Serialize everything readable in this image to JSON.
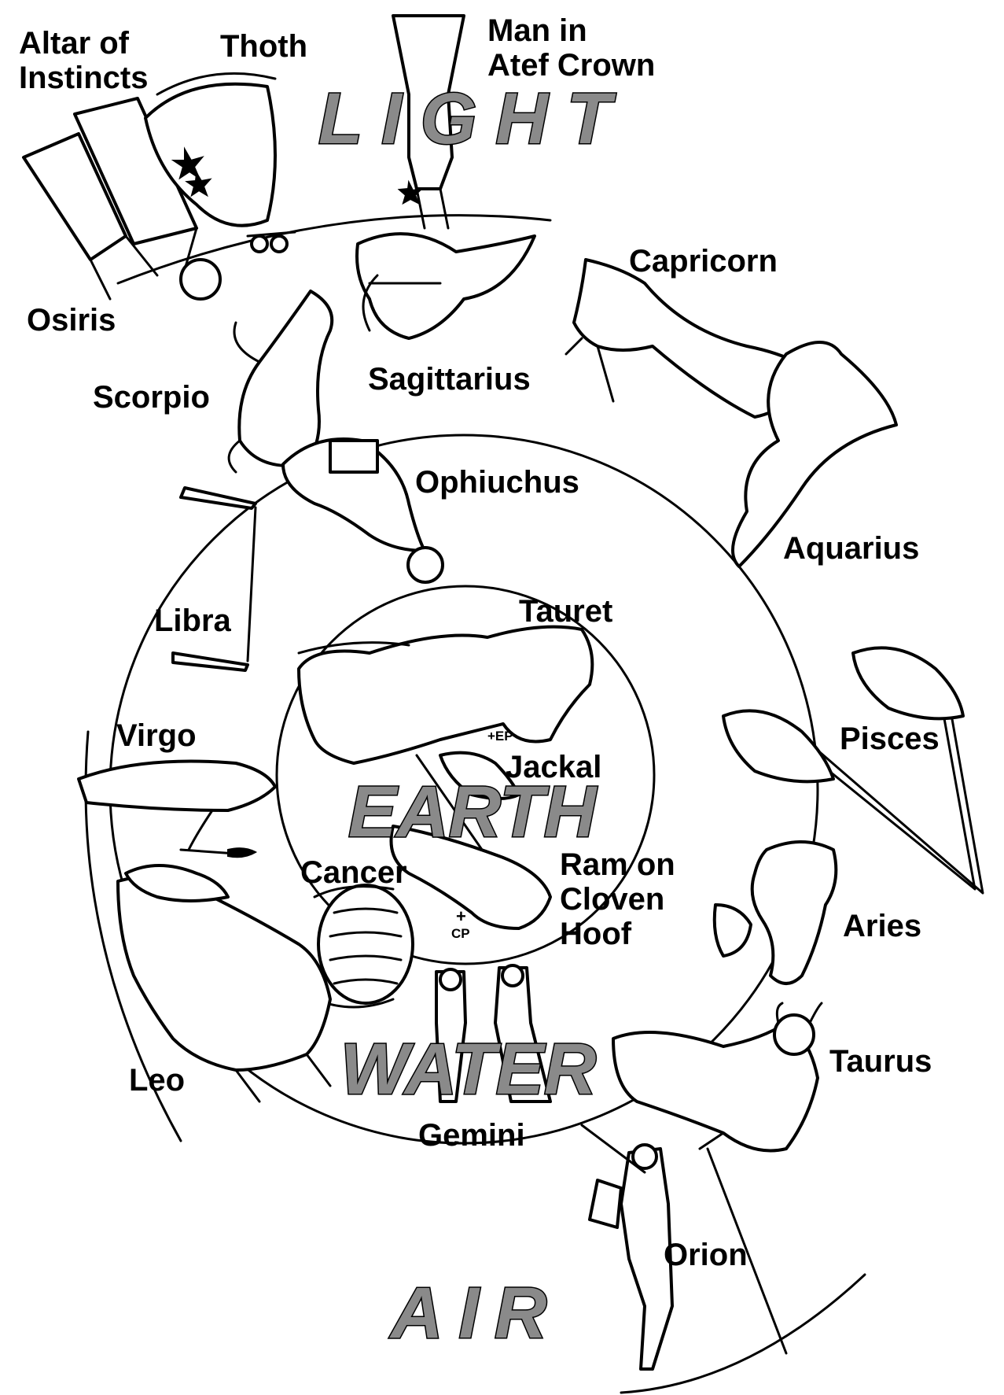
{
  "labels": {
    "altar": "Altar of\nInstincts",
    "thoth": "Thoth",
    "man_atef": "Man in\nAtef  Crown",
    "osiris": "Osiris",
    "capricorn": "Capricorn",
    "scorpio": "Scorpio",
    "sagittarius": "Sagittarius",
    "ophiuchus": "Ophiuchus",
    "aquarius": "Aquarius",
    "libra": "Libra",
    "tauret": "Tauret",
    "virgo": "Virgo",
    "pisces": "Pisces",
    "jackal": "Jackal",
    "cancer": "Cancer",
    "ram": "Ram on\nCloven\nHoof",
    "aries": "Aries",
    "taurus": "Taurus",
    "leo": "Leo",
    "gemini": "Gemini",
    "orion": "Orion",
    "ep": "+EP",
    "cp_plus": "+",
    "cp": "CP"
  },
  "elements": {
    "light": "LIGHT",
    "earth": "EARTH",
    "water": "WATER",
    "air": "AIR"
  },
  "colors": {
    "element_fill": "#8a8a8a",
    "line": "#000000",
    "background": "#ffffff"
  }
}
